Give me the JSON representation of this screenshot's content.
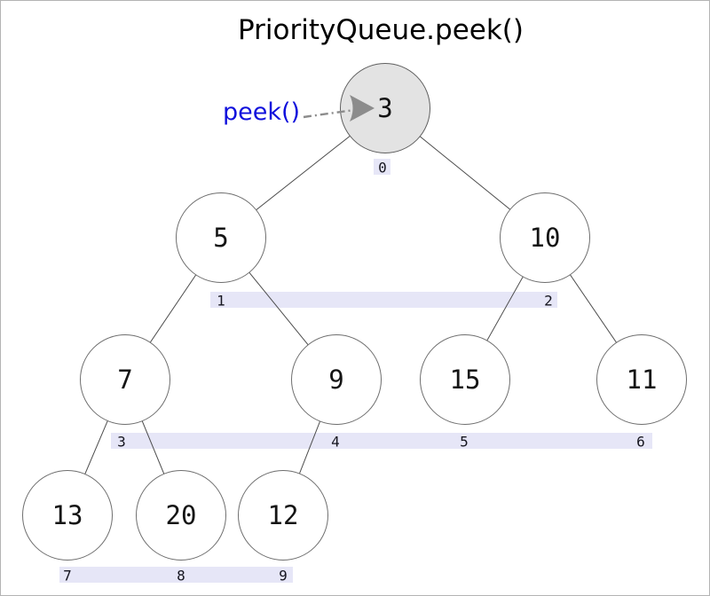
{
  "title": "PriorityQueue.peek()",
  "annotation": {
    "label": "peek()",
    "points_to_index": 0,
    "points_to_value": "3",
    "label_color": "#0f0fdc",
    "arrow_color": "#8c8c8c"
  },
  "heap": {
    "structure": "binary-min-heap",
    "peeked_index": 0,
    "nodes": [
      {
        "index": 0,
        "value": "3"
      },
      {
        "index": 1,
        "value": "5"
      },
      {
        "index": 2,
        "value": "10"
      },
      {
        "index": 3,
        "value": "7"
      },
      {
        "index": 4,
        "value": "9"
      },
      {
        "index": 5,
        "value": "15"
      },
      {
        "index": 6,
        "value": "11"
      },
      {
        "index": 7,
        "value": "13"
      },
      {
        "index": 8,
        "value": "20"
      },
      {
        "index": 9,
        "value": "12"
      }
    ]
  },
  "colors": {
    "root_node_fill": "#e3e3e3",
    "node_fill": "#ffffff",
    "node_border": "#6e6e6e",
    "edge_line": "#4c4c4c",
    "index_band": "#e6e6f7",
    "index_text": "#15151f",
    "title_text": "#000000"
  }
}
